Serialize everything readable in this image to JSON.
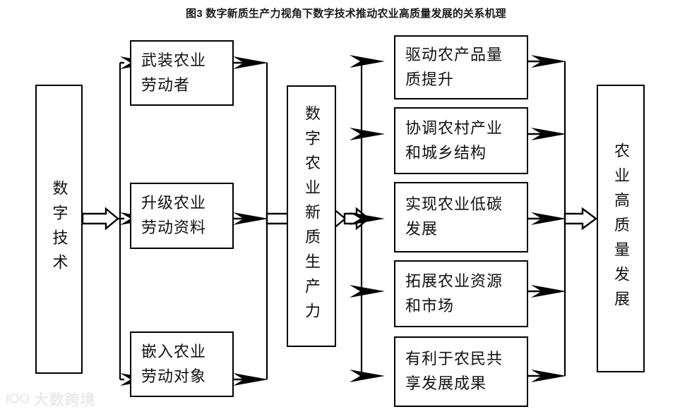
{
  "figure": {
    "title": "图3 数字新质生产力视角下数字技术推动农业高质量发展的关系机理"
  },
  "nodes": {
    "source": {
      "label": "数字技术",
      "orientation": "vertical"
    },
    "drivers": [
      {
        "label": "武装农业\n劳动者"
      },
      {
        "label": "升级农业\n劳动资料"
      },
      {
        "label": "嵌入农业\n劳动对象"
      }
    ],
    "hub": {
      "label": "数字农业新质生产力",
      "orientation": "vertical"
    },
    "outcomes": [
      {
        "label": "驱动农产品量\n质提升"
      },
      {
        "label": "协调农村产业\n和城乡结构"
      },
      {
        "label": "实现农业低碳\n发展"
      },
      {
        "label": "拓展农业资源\n和市场"
      },
      {
        "label": "有利于农民共\n享发展成果"
      }
    ],
    "goal": {
      "label": "农业高质量发展",
      "orientation": "vertical"
    }
  },
  "watermark": {
    "mark": "IOO",
    "text": "大数跨境"
  },
  "colors": {
    "stroke": "#000000",
    "fill": "#ffffff",
    "text": "#111111",
    "title": "#1a1a1a",
    "watermark": "#ececec"
  },
  "chart_data": {
    "type": "diagram",
    "title": "图3 数字新质生产力视角下数字技术推动农业高质量发展的关系机理",
    "layout": "left-to-right flow with fan-out and fan-in buses",
    "stages": [
      {
        "stage": 1,
        "nodes": [
          "数字技术"
        ]
      },
      {
        "stage": 2,
        "nodes": [
          "武装农业劳动者",
          "升级农业劳动资料",
          "嵌入农业劳动对象"
        ]
      },
      {
        "stage": 3,
        "nodes": [
          "数字农业新质生产力"
        ]
      },
      {
        "stage": 4,
        "nodes": [
          "驱动农产品量质提升",
          "协调农村产业和城乡结构",
          "实现农业低碳发展",
          "拓展农业资源和市场",
          "有利于农民共享发展成果"
        ]
      },
      {
        "stage": 5,
        "nodes": [
          "农业高质量发展"
        ]
      }
    ],
    "edges": [
      {
        "from": "数字技术",
        "to": "武装农业劳动者",
        "style": "fan-out"
      },
      {
        "from": "数字技术",
        "to": "升级农业劳动资料",
        "style": "fan-out"
      },
      {
        "from": "数字技术",
        "to": "嵌入农业劳动对象",
        "style": "fan-out"
      },
      {
        "from": "武装农业劳动者",
        "to": "数字农业新质生产力",
        "style": "fan-in"
      },
      {
        "from": "升级农业劳动资料",
        "to": "数字农业新质生产力",
        "style": "fan-in"
      },
      {
        "from": "嵌入农业劳动对象",
        "to": "数字农业新质生产力",
        "style": "fan-in"
      },
      {
        "from": "数字农业新质生产力",
        "to": "驱动农产品量质提升",
        "style": "fan-out"
      },
      {
        "from": "数字农业新质生产力",
        "to": "协调农村产业和城乡结构",
        "style": "fan-out"
      },
      {
        "from": "数字农业新质生产力",
        "to": "实现农业低碳发展",
        "style": "fan-out"
      },
      {
        "from": "数字农业新质生产力",
        "to": "拓展农业资源和市场",
        "style": "fan-out"
      },
      {
        "from": "数字农业新质生产力",
        "to": "有利于农民共享发展成果",
        "style": "fan-out"
      },
      {
        "from": "驱动农产品量质提升",
        "to": "农业高质量发展",
        "style": "fan-in"
      },
      {
        "from": "协调农村产业和城乡结构",
        "to": "农业高质量发展",
        "style": "fan-in"
      },
      {
        "from": "实现农业低碳发展",
        "to": "农业高质量发展",
        "style": "fan-in"
      },
      {
        "from": "拓展农业资源和市场",
        "to": "农业高质量发展",
        "style": "fan-in"
      },
      {
        "from": "有利于农民共享发展成果",
        "to": "农业高质量发展",
        "style": "fan-in"
      }
    ]
  }
}
